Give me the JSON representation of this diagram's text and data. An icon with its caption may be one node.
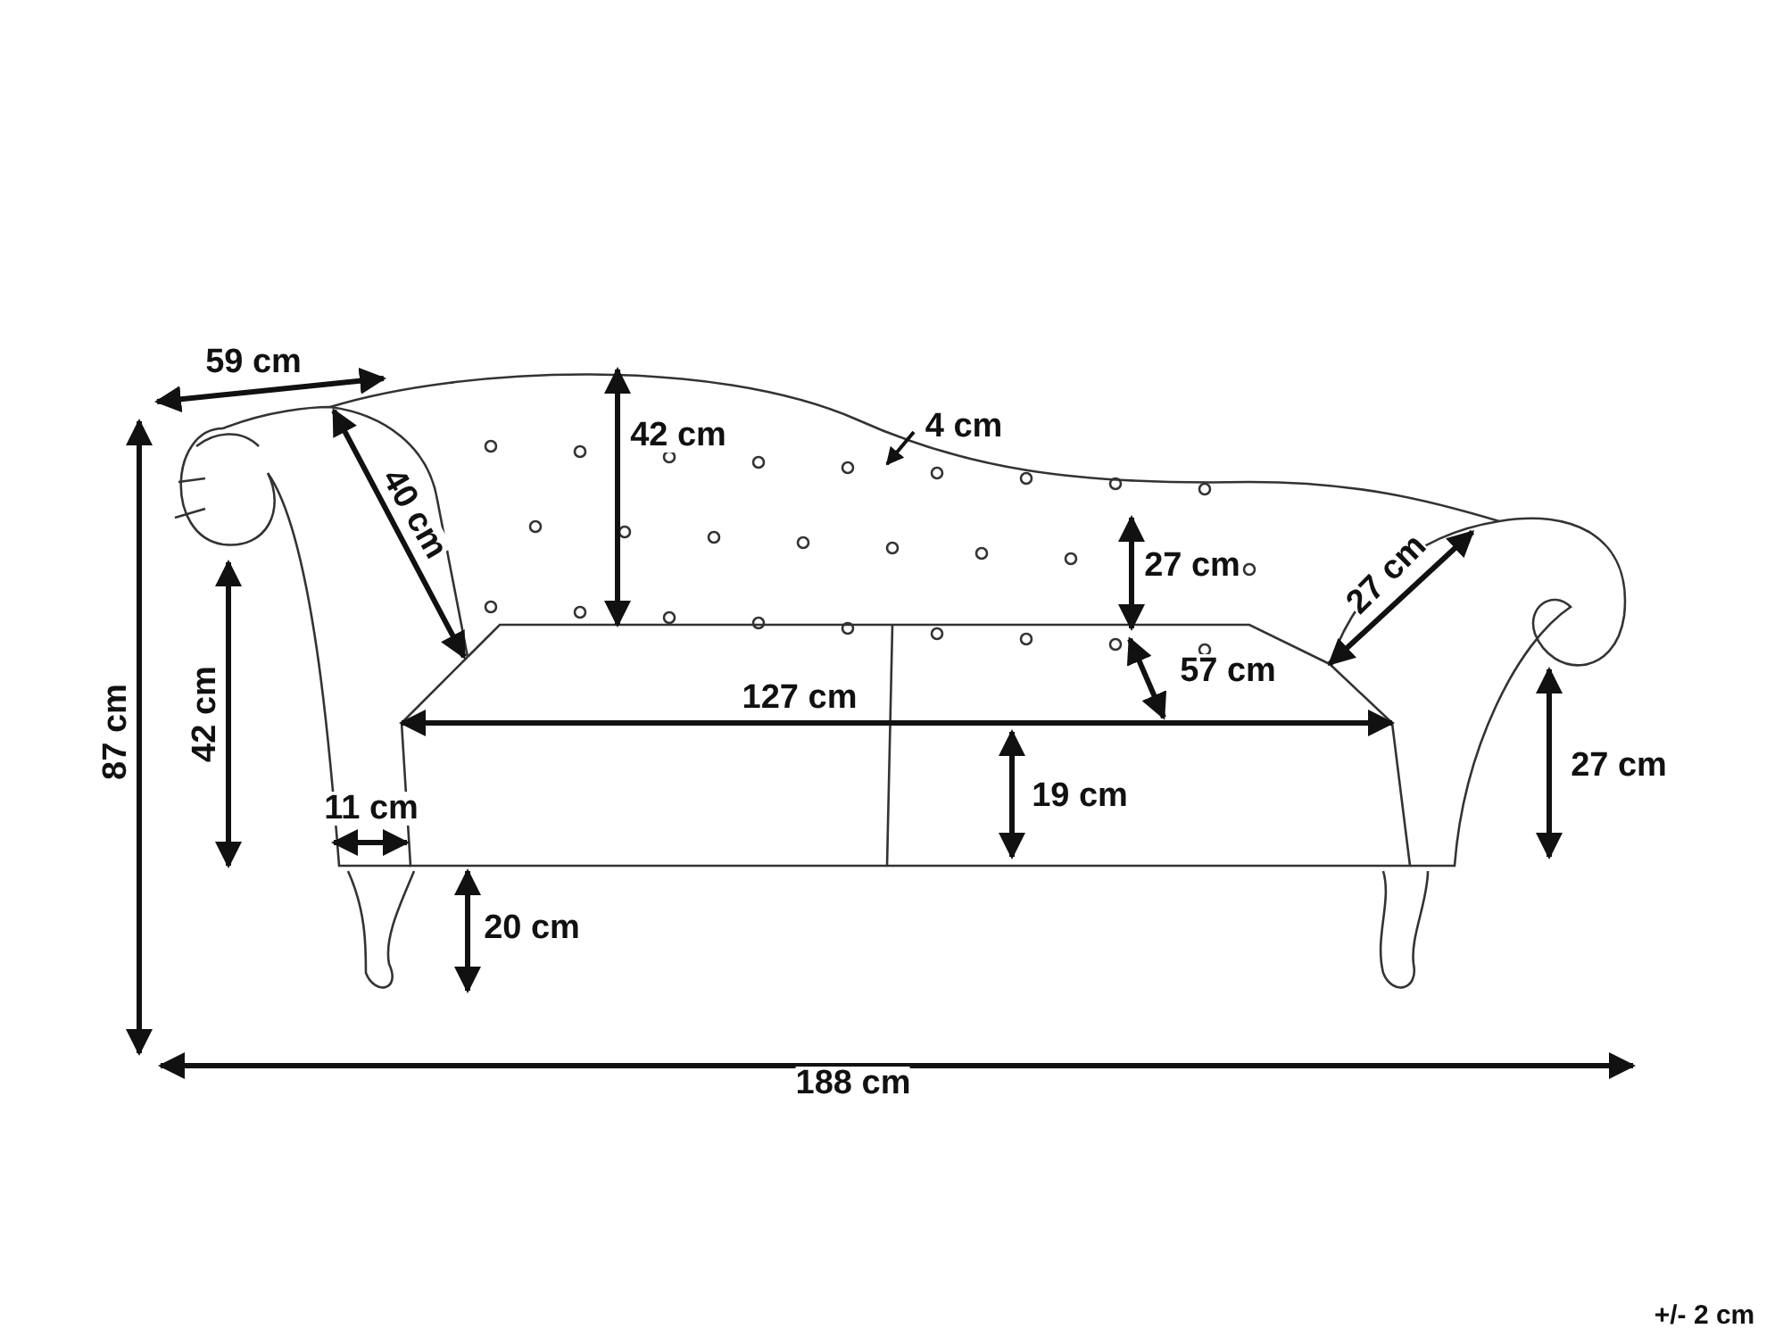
{
  "diagram": {
    "labels": [
      "59 cm",
      "4 cm",
      "42 cm",
      "40 cm",
      "27 cm",
      "27 cm",
      "57 cm",
      "87 cm",
      "42 cm",
      "127 cm",
      "27 cm",
      "19 cm",
      "11 cm",
      "20 cm",
      "188 cm",
      "+/- 2 cm"
    ]
  }
}
